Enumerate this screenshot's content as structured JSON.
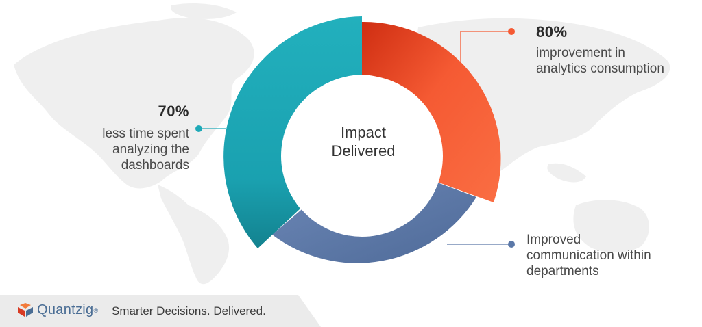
{
  "center": {
    "line1": "Impact",
    "line2": "Delivered"
  },
  "stats": {
    "left": {
      "value": "70%",
      "lines": [
        "less time spent",
        "analyzing the",
        "dashboards"
      ]
    },
    "top_right": {
      "value": "80%",
      "lines": [
        "improvement in",
        "analytics consumption"
      ]
    },
    "bottom_right": {
      "lines": [
        "Improved",
        "communication within",
        "departments"
      ]
    }
  },
  "footer": {
    "brand": "Quantzig",
    "reg_mark": "®",
    "tagline": "Smarter Decisions. Delivered."
  },
  "colors": {
    "teal": "#1ea9b7",
    "orange": "#f55a33",
    "slate_blue": "#5b78a8",
    "map_gray": "#efefef"
  },
  "icons": {
    "logo": "quantzig-book-logo-icon"
  }
}
